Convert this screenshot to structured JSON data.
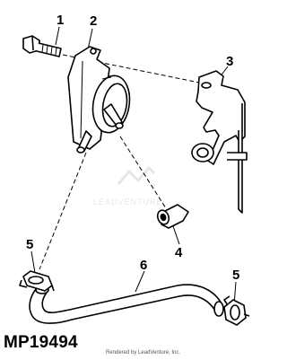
{
  "figure": {
    "id": "MP19494",
    "credit": "Rendered by LeadVenture, Inc.",
    "watermark": "LEADVENTURE"
  },
  "callouts": [
    {
      "number": "1",
      "part_icon": "bolt-icon"
    },
    {
      "number": "2",
      "part_icon": "fuel-pump-icon"
    },
    {
      "number": "3",
      "part_icon": "mounting-bracket-icon"
    },
    {
      "number": "4",
      "part_icon": "hose-cap-icon"
    },
    {
      "number": "5",
      "part_icon": "hose-clamp-icon"
    },
    {
      "number": "6",
      "part_icon": "fuel-hose-icon"
    },
    {
      "number": "5",
      "part_icon": "hose-clamp-icon"
    }
  ],
  "colors": {
    "line": "#000000",
    "background": "#ffffff",
    "watermark": "#d9d9d9"
  }
}
